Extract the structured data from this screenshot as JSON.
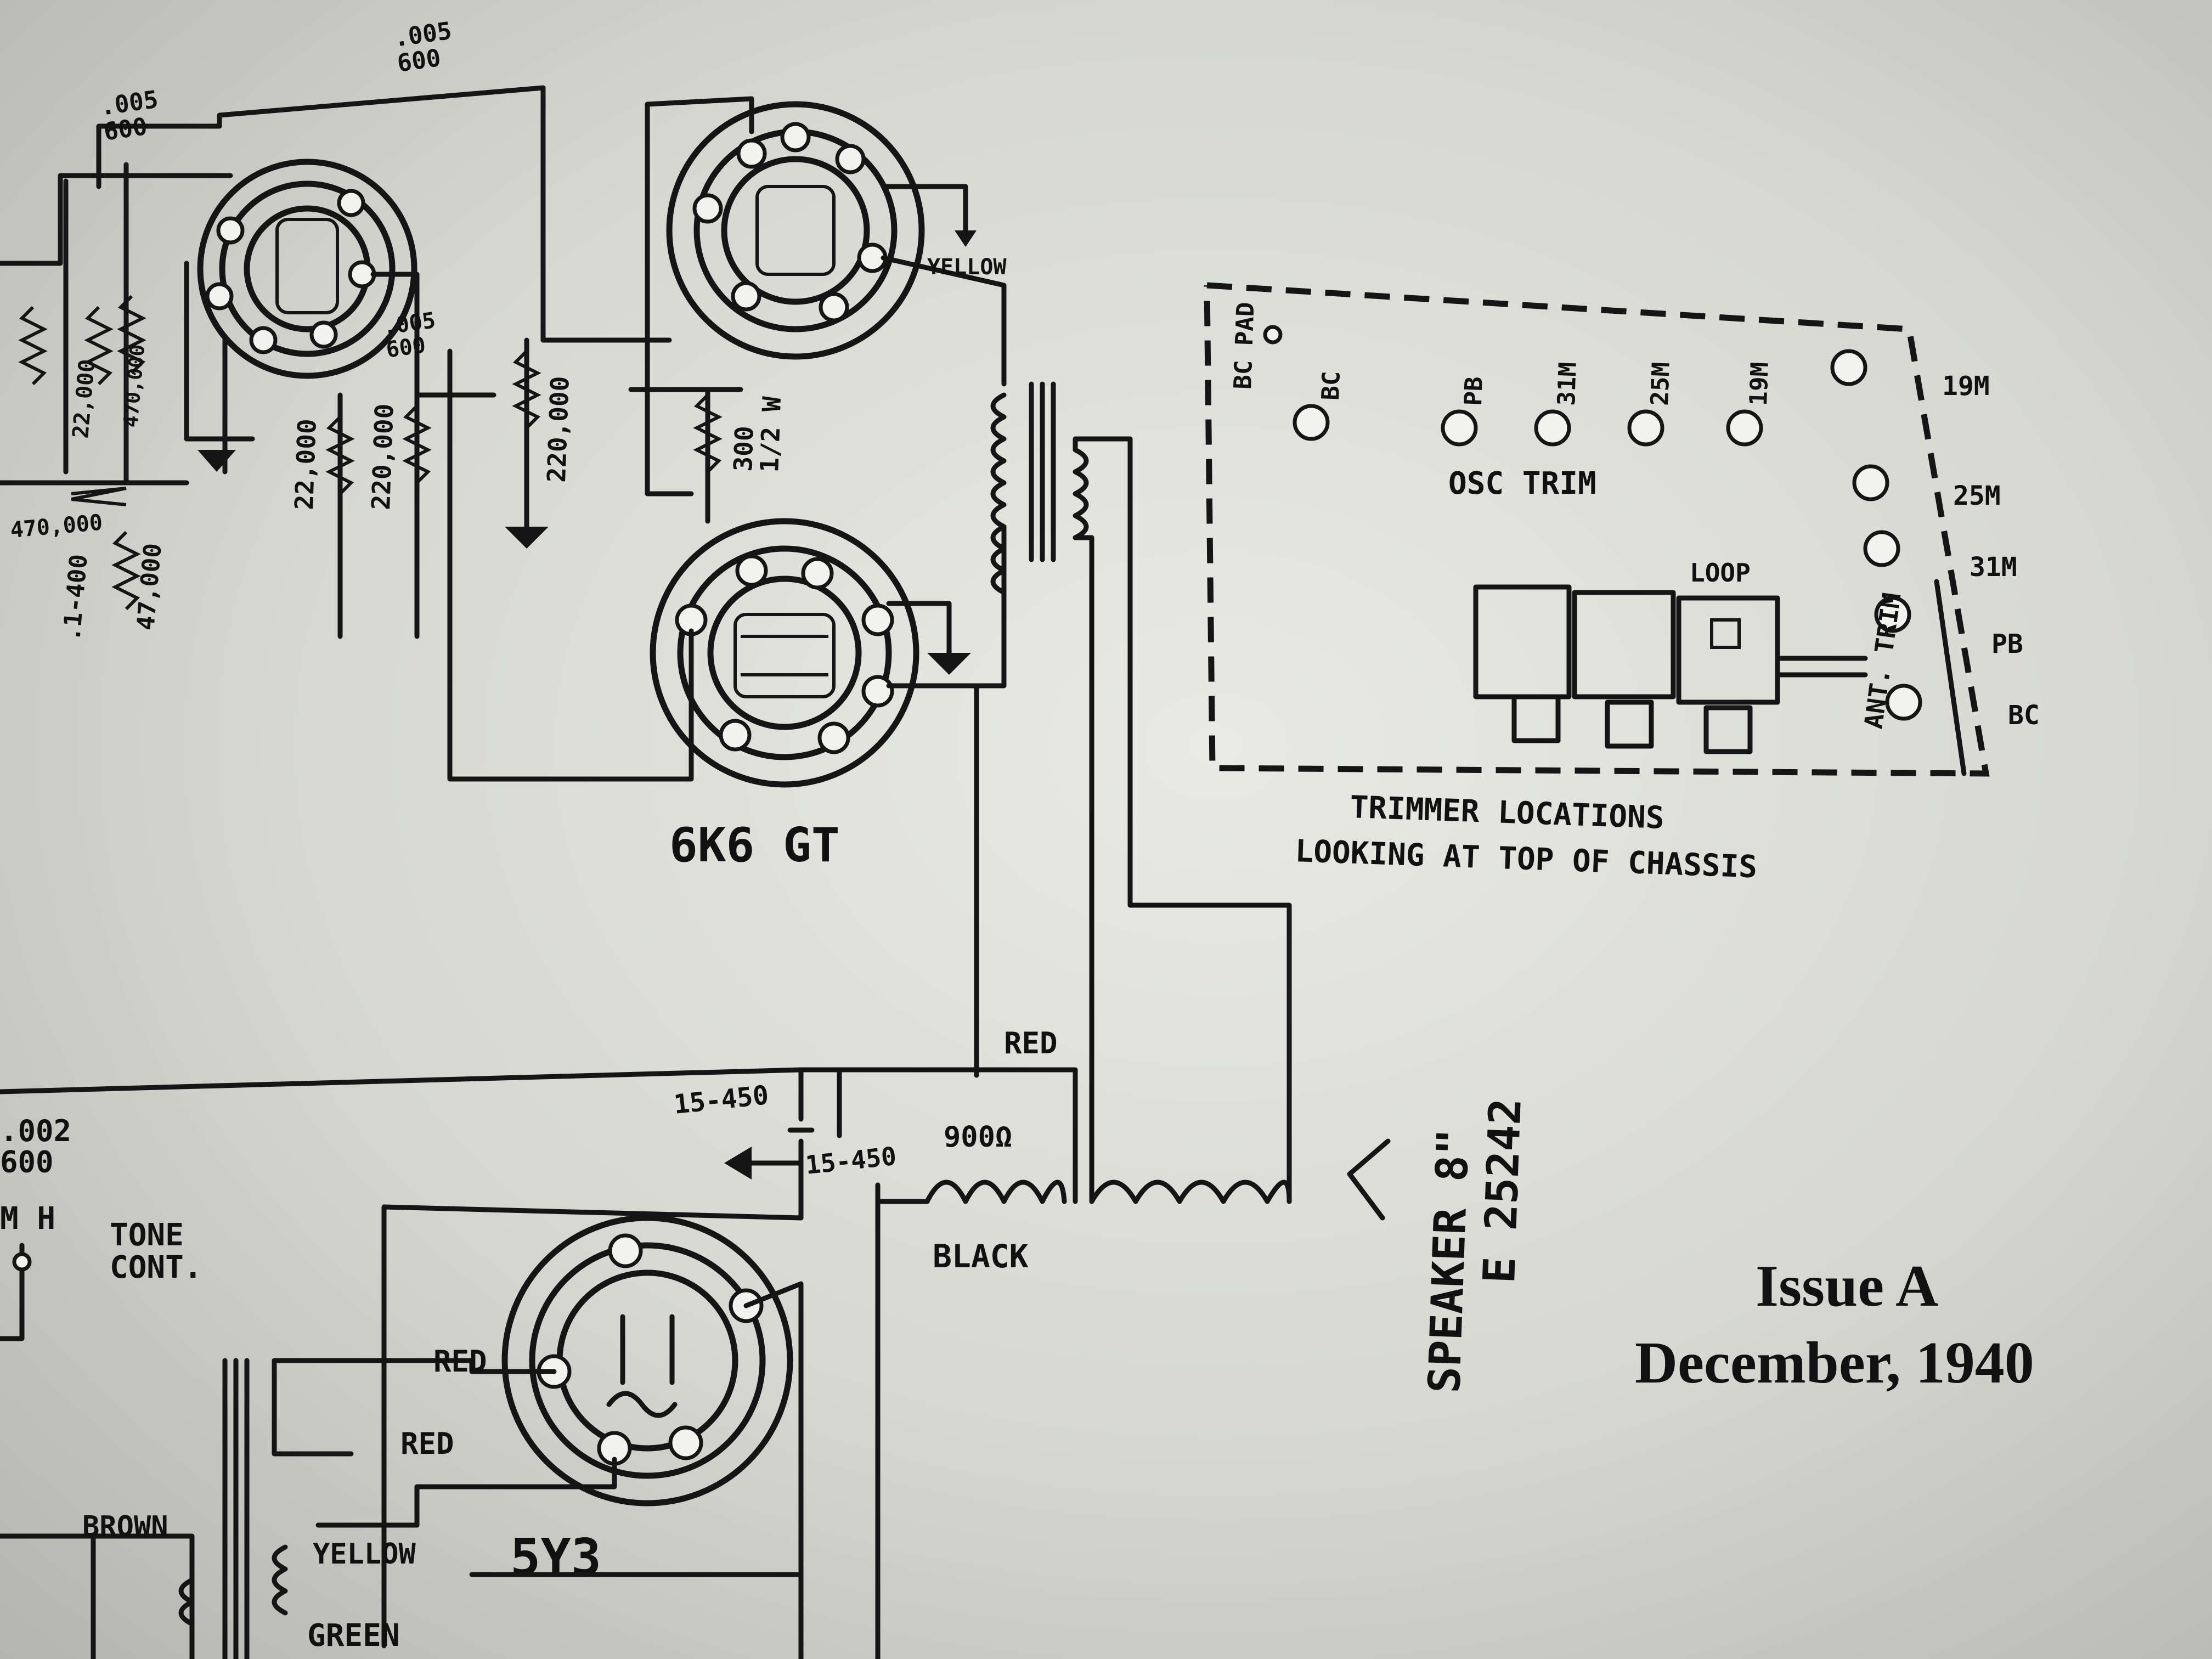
{
  "tubes": {
    "output": "6K6 GT",
    "rectifier": "5Y3"
  },
  "components": {
    "cap_005_a": ".005\n600",
    "cap_005_b": ".005\n600",
    "cap_005_c": ".005\n600",
    "res_22000_a": "22,000",
    "res_470000_a": "470,000",
    "res_470000_b": "470,000",
    "res_47000": "47,000",
    "cap_1_400": ".1-400",
    "res_22000_b": "22,000",
    "res_220000_a": "220,000",
    "res_220000_b": "220,000",
    "res_300": "300\n1/2 W",
    "cap_002": ".002\n600",
    "cap_15_450_a": "15-450",
    "cap_15_450_b": "15-450",
    "choke": "900Ω"
  },
  "wire_colors": {
    "yellow_top": "YELLOW",
    "red_top": "RED",
    "black": "BLACK",
    "red_1": "RED",
    "red_2": "RED",
    "brown": "BROWN",
    "yellow_bottom": "YELLOW",
    "green": "GREEN"
  },
  "controls": {
    "tone": "TONE\nCONT.",
    "m_h": "M   H"
  },
  "speaker": {
    "label": "SPEAKER 8\"",
    "part": "E 25242"
  },
  "trimmer_panel": {
    "title_line1": "TRIMMER LOCATIONS",
    "title_line2": "LOOKING AT TOP OF CHASSIS",
    "bc_pad": "BC PAD",
    "osc_trim": "OSC TRIM",
    "osc_labels": [
      "BC",
      "PB",
      "31M",
      "25M",
      "19M"
    ],
    "loop": "LOOP",
    "ant_trim": "ANT. TRIM",
    "right_labels": [
      "19M",
      "25M",
      "31M",
      "PB",
      "BC"
    ]
  },
  "issue": {
    "line1": "Issue A",
    "line2": "December, 1940"
  }
}
